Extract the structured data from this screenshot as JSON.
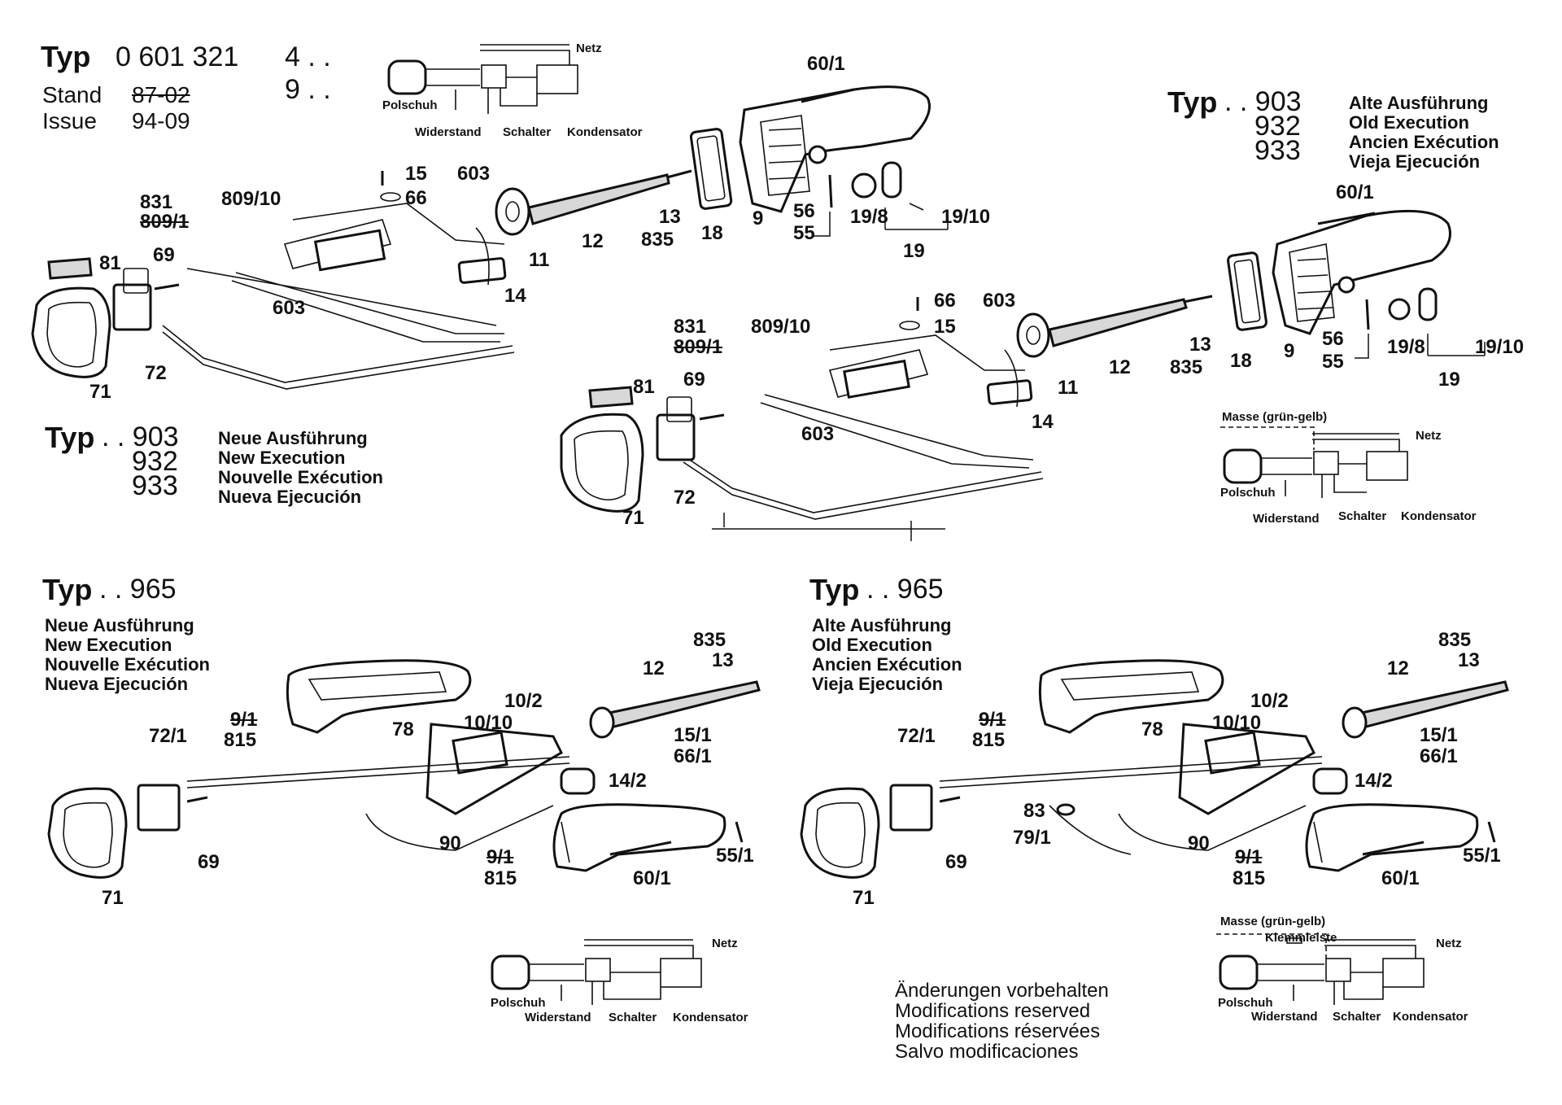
{
  "header": {
    "typ_word": "Typ",
    "typ_number": "0 601 321",
    "variant_a": "4 . .",
    "variant_b": "9 . .",
    "stand_label": "Stand",
    "stand_value": "87-02",
    "issue_label": "Issue",
    "issue_value": "94-09"
  },
  "section_new_top": {
    "typ_word": "Typ",
    "types": [
      ". . 903",
      "932",
      "933"
    ],
    "execution": [
      "Neue Ausführung",
      "New Execution",
      "Nouvelle Exécution",
      "Nueva Ejecución"
    ]
  },
  "section_old_top": {
    "typ_word": "Typ",
    "types": [
      ". . 903",
      "932",
      "933"
    ],
    "execution": [
      "Alte Ausführung",
      "Old Execution",
      "Ancien Exécution",
      "Vieja Ejecución"
    ]
  },
  "section_new_bottom": {
    "typ_word": "Typ",
    "type": ". . 965",
    "execution": [
      "Neue Ausführung",
      "New Execution",
      "Nouvelle Exécution",
      "Nueva Ejecución"
    ]
  },
  "section_old_bottom": {
    "typ_word": "Typ",
    "type": ". . 965",
    "execution": [
      "Alte Ausführung",
      "Old Execution",
      "Ancien Exécution",
      "Vieja Ejecución"
    ]
  },
  "wiring": {
    "netz": "Netz",
    "polschuh": "Polschuh",
    "widerstand": "Widerstand",
    "schalter": "Schalter",
    "kondensator": "Kondensator",
    "masse": "Masse (grün-gelb)",
    "klemmleiste": "Klemmleiste"
  },
  "parts_top_left": {
    "p60_1": "60/1",
    "p15": "15",
    "p66": "66",
    "p603a": "603",
    "p831": "831",
    "p809_10": "809/10",
    "p809_1": "809/1",
    "p81": "81",
    "p69": "69",
    "p603b": "603",
    "p71": "71",
    "p72": "72",
    "p12": "12",
    "p13": "13",
    "p835": "835",
    "p18": "18",
    "p9": "9",
    "p11": "11",
    "p14": "14",
    "p56": "56",
    "p55": "55",
    "p19_8": "19/8",
    "p19_10": "19/10",
    "p19": "19"
  },
  "parts_top_right": {
    "p60_1": "60/1",
    "p66": "66",
    "p15": "15",
    "p603a": "603",
    "p831": "831",
    "p809_10": "809/10",
    "p809_1": "809/1",
    "p81": "81",
    "p69": "69",
    "p603b": "603",
    "p71": "71",
    "p72": "72",
    "p12": "12",
    "p13": "13",
    "p835": "835",
    "p18": "18",
    "p9": "9",
    "p11": "11",
    "p14": "14",
    "p56": "56",
    "p55": "55",
    "p19_8": "19/8",
    "p19_10": "19/10",
    "p19": "19"
  },
  "parts_bottom_left": {
    "p835": "835",
    "p13": "13",
    "p12": "12",
    "p10_2": "10/2",
    "p10_10": "10/10",
    "p78": "78",
    "p9_1a": "9/1",
    "p815a": "815",
    "p72_1": "72/1",
    "p15_1": "15/1",
    "p66_1": "66/1",
    "p14_2": "14/2",
    "p69": "69",
    "p90": "90",
    "p9_1b": "9/1",
    "p815b": "815",
    "p60_1": "60/1",
    "p55_1": "55/1",
    "p71": "71"
  },
  "parts_bottom_right": {
    "p835": "835",
    "p13": "13",
    "p12": "12",
    "p10_2": "10/2",
    "p10_10": "10/10",
    "p78": "78",
    "p9_1a": "9/1",
    "p815a": "815",
    "p72_1": "72/1",
    "p15_1": "15/1",
    "p66_1": "66/1",
    "p14_2": "14/2",
    "p69": "69",
    "p83": "83",
    "p79_1": "79/1",
    "p90": "90",
    "p9_1b": "9/1",
    "p815b": "815",
    "p60_1": "60/1",
    "p55_1": "55/1",
    "p71": "71"
  },
  "modifications": [
    "Änderungen vorbehalten",
    "Modifications reserved",
    "Modifications réservées",
    "Salvo modificaciones"
  ]
}
